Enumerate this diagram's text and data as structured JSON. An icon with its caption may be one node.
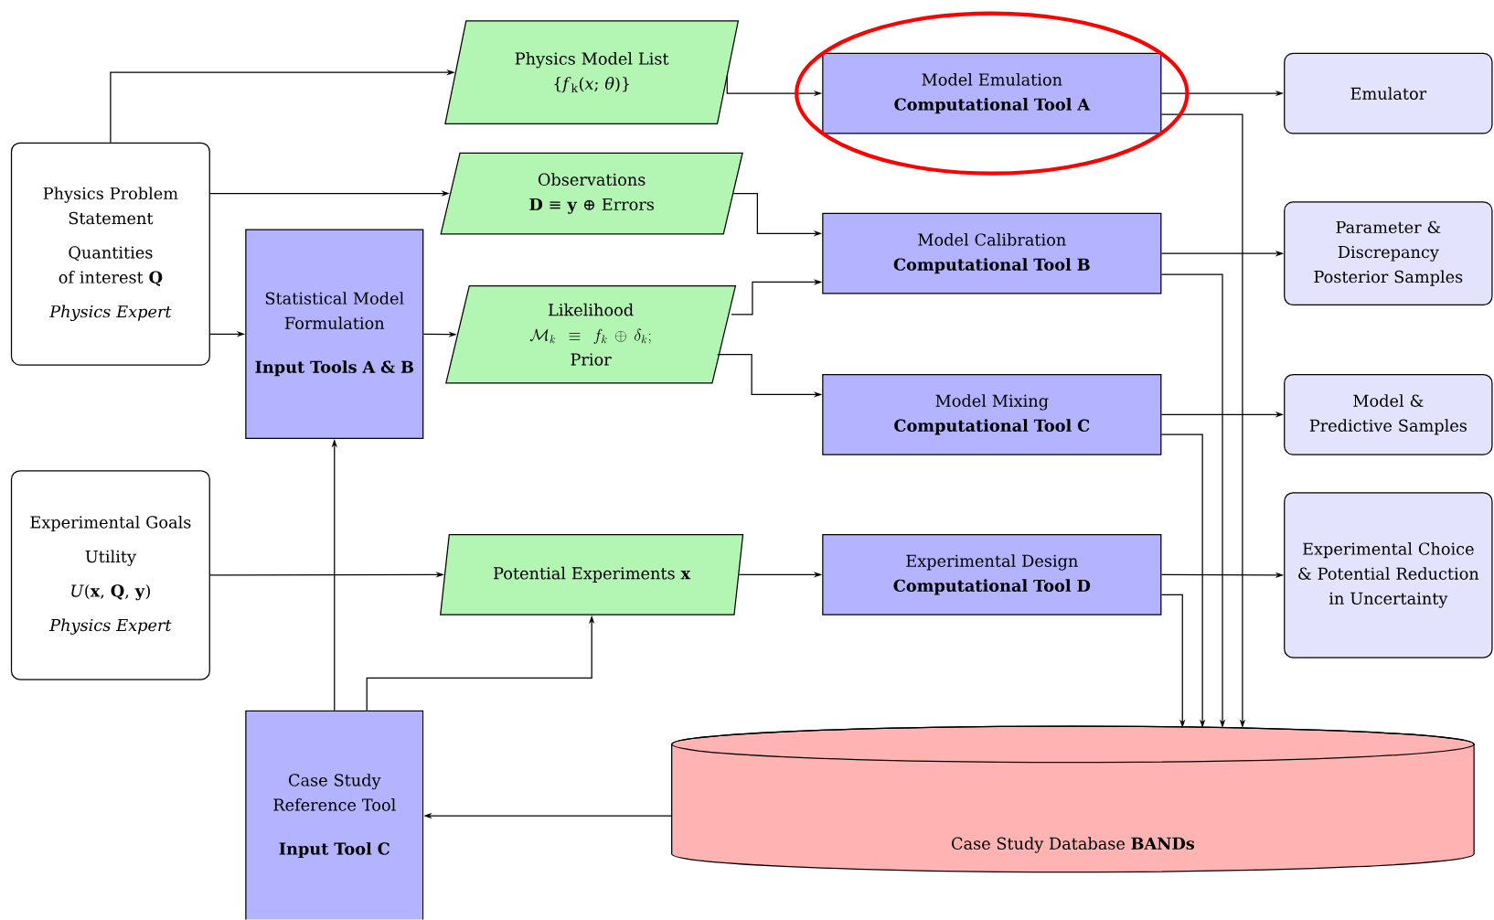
{
  "diagram": {
    "nodes": [
      {
        "text": [
          "Physics Problem Statement",
          "Quantities of interest **Q**",
          "Physics Expert"
        ]
      },
      {
        "text": [
          "Physics Model List",
          "{*f*$_{k}$(*x*; *θ*)}"
        ]
      },
      {
        "text": [
          "Observations",
          "**D** ≡ **y** ⊕ Errors"
        ]
      },
      {
        "text": [
          "Statistical Model Formulation",
          "Input Tools A & B"
        ]
      },
      {
        "text": [
          "Likelihood",
          "\\mathcal{M}_k \\equiv f_k \\oplus \\delta_k;",
          "Prior"
        ]
      },
      {
        "text": [
          "Experimental Goals",
          "Utility",
          "*U*(**x**, **Q**, **y**)",
          "Physics Expert"
        ]
      },
      {
        "text": [
          "Potential Experiments **x**"
        ]
      },
      {
        "text": [
          "Case Study Reference Tool",
          "Input Tool C"
        ]
      },
      {
        "text": [
          "Model Emulation",
          "Computational Tool A"
        ]
      },
      {
        "text": [
          "Model Calibration",
          "Computational Tool B"
        ]
      },
      {
        "text": [
          "Model Mixing",
          "Computational Tool C"
        ]
      },
      {
        "text": [
          "Experimental Design",
          "Computational Tool D"
        ]
      },
      {
        "text": [
          "Case Study Database **BANDs**"
        ]
      },
      {
        "text": [
          "Emulator"
        ]
      },
      {
        "text": [
          "Parameter & Discrepancy Posterior Samples"
        ]
      },
      {
        "text": [
          "Model & Predictive Samples"
        ]
      },
      {
        "text": [
          "Experimental Choice & Potential Reduction in Uncertainty"
        ]
      }
    ],
    "edges": [
      {
        "from": 0,
        "to": 1,
        "arrow": "to"
      },
      {
        "from": 0,
        "to": 2,
        "arrow": "to"
      },
      {
        "from": 0,
        "to": 3,
        "arrow": "to"
      },
      {
        "from": 3,
        "to": 4,
        "arrow": "to"
      },
      {
        "from": 1,
        "to": 8,
        "arrow": "to"
      },
      {
        "from": 2,
        "to": 9,
        "arrow": "to"
      },
      {
        "from": 4,
        "to": 9,
        "arrow": "to"
      },
      {
        "from": 4,
        "to": 10,
        "arrow": "to"
      },
      {
        "from": 5,
        "to": 6,
        "arrow": "to"
      },
      {
        "from": 6,
        "to": 11,
        "arrow": "to"
      },
      {
        "from": 7,
        "to": 3,
        "arrow": "to"
      },
      {
        "from": 7,
        "to": 6,
        "arrow": "to"
      },
      {
        "from": 12,
        "to": 7,
        "arrow": "to"
      },
      {
        "from": 8,
        "to": 13,
        "arrow": "to"
      },
      {
        "from": 9,
        "to": 14,
        "arrow": "to"
      },
      {
        "from": 10,
        "to": 15,
        "arrow": "to"
      },
      {
        "from": 11,
        "to": 16,
        "arrow": "to"
      },
      {
        "from": 8,
        "to": 12,
        "arrow": "to"
      },
      {
        "from": 9,
        "to": 12,
        "arrow": "to"
      },
      {
        "from": 10,
        "to": 12,
        "arrow": "to"
      },
      {
        "from": 11,
        "to": 12,
        "arrow": "to"
      }
    ]
  }
}
